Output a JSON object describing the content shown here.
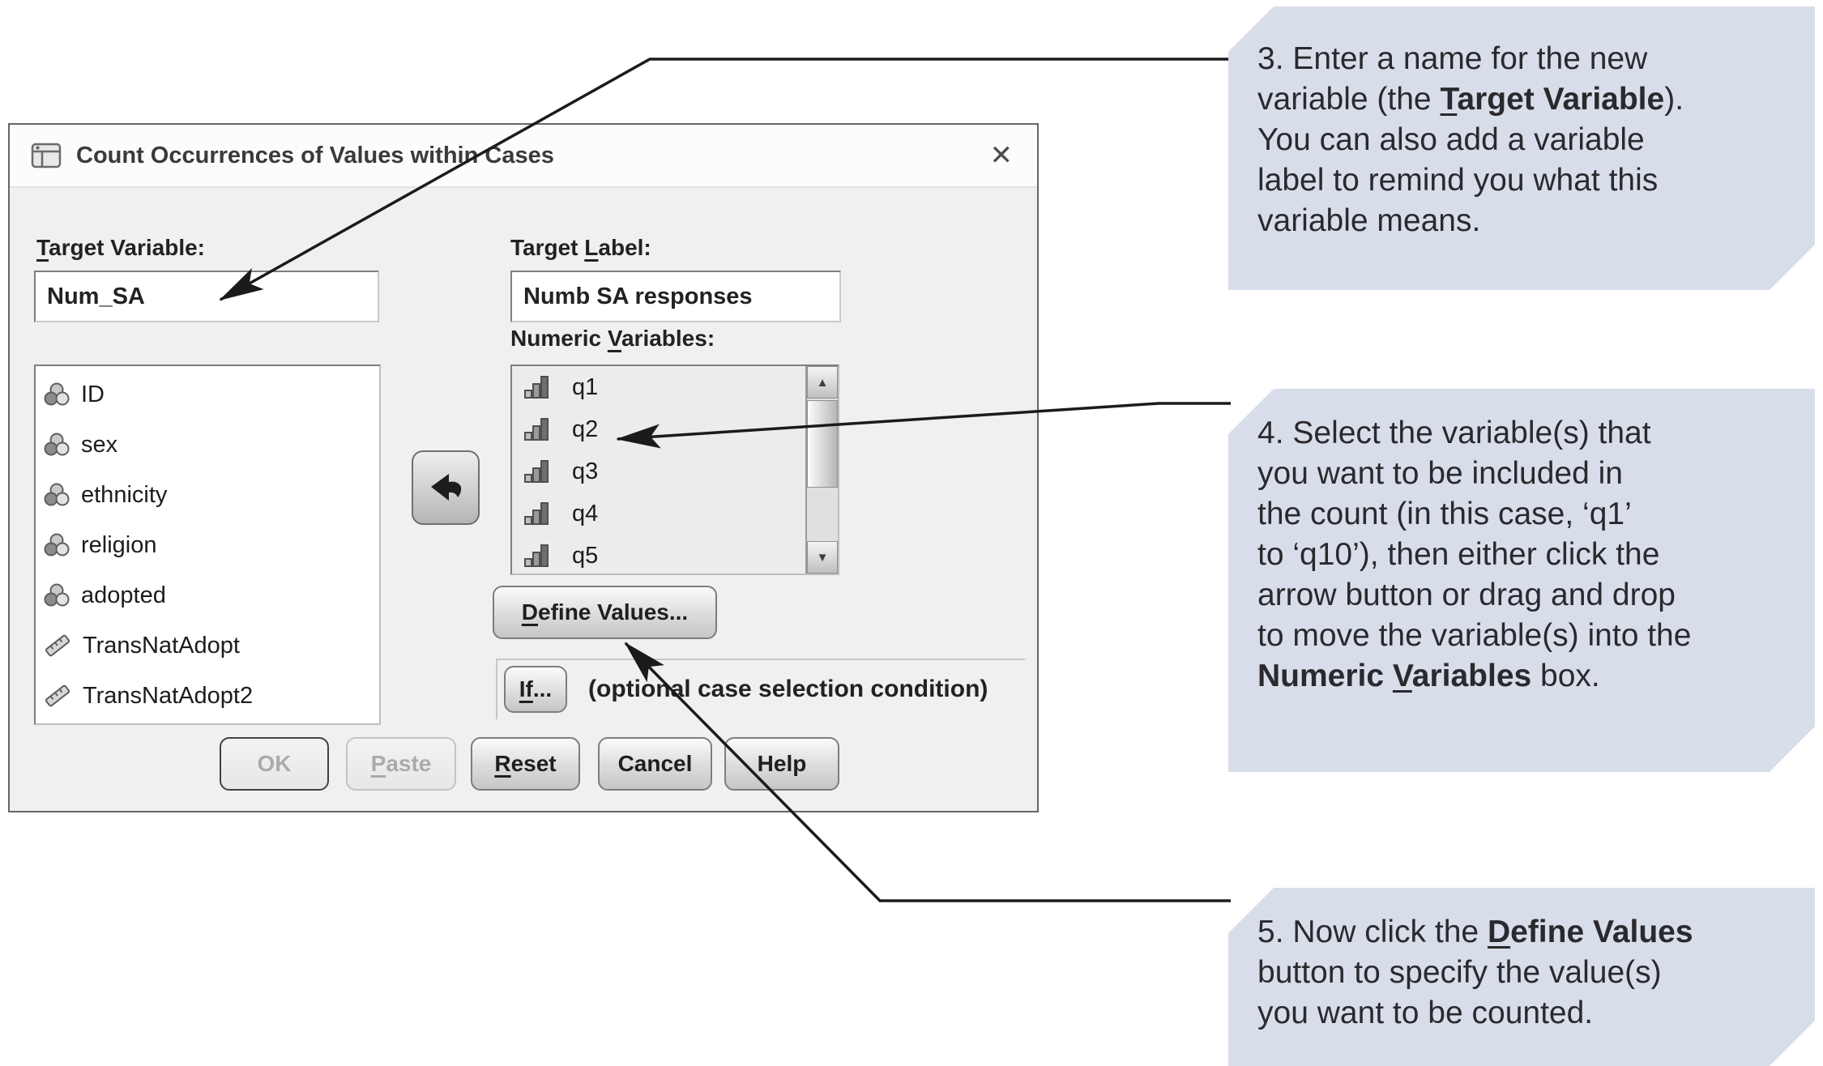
{
  "window": {
    "title": "Count Occurrences of Values within Cases",
    "close_glyph": "✕"
  },
  "fields": {
    "target_variable": {
      "label_segments": [
        {
          "t": "T",
          "u": true
        },
        {
          "t": "arget Variable:"
        }
      ],
      "value": "Num_SA"
    },
    "target_label": {
      "label_segments": [
        {
          "t": "Target "
        },
        {
          "t": "L",
          "u": true
        },
        {
          "t": "abel:"
        }
      ],
      "value": "Numb SA responses"
    }
  },
  "source_list": {
    "items": [
      {
        "label": "ID",
        "icon": "nominal"
      },
      {
        "label": "sex",
        "icon": "nominal"
      },
      {
        "label": "ethnicity",
        "icon": "nominal"
      },
      {
        "label": "religion",
        "icon": "nominal"
      },
      {
        "label": "adopted",
        "icon": "nominal"
      },
      {
        "label": "TransNatAdopt",
        "icon": "scale"
      },
      {
        "label": "TransNatAdopt2",
        "icon": "scale"
      }
    ]
  },
  "numeric_list": {
    "label_segments": [
      {
        "t": "Numeric "
      },
      {
        "t": "V",
        "u": true
      },
      {
        "t": "ariables:"
      }
    ],
    "items": [
      {
        "label": "q1",
        "icon": "ordinal"
      },
      {
        "label": "q2",
        "icon": "ordinal"
      },
      {
        "label": "q3",
        "icon": "ordinal"
      },
      {
        "label": "q4",
        "icon": "ordinal"
      },
      {
        "label": "q5",
        "icon": "ordinal"
      }
    ],
    "scroll_up_glyph": "▲",
    "scroll_down_glyph": "▼"
  },
  "buttons": {
    "define_values_segments": [
      {
        "t": "D",
        "u": true
      },
      {
        "t": "efine Values..."
      }
    ],
    "if_segments": [
      {
        "t": "If",
        "u": true
      },
      {
        "t": "..."
      }
    ],
    "if_note": "(optional case selection condition)",
    "ok": "OK",
    "paste_segments": [
      {
        "t": "P",
        "u": true
      },
      {
        "t": "aste"
      }
    ],
    "reset_segments": [
      {
        "t": "R",
        "u": true
      },
      {
        "t": "eset"
      }
    ],
    "cancel": "Cancel",
    "help": "Help"
  },
  "callouts": [
    {
      "number": "3",
      "segments": [
        {
          "t": "3. Enter a name for the new\nvariable (the "
        },
        {
          "t": "T",
          "b": true,
          "u": true
        },
        {
          "t": "arget Variable",
          "b": true
        },
        {
          "t": ").\nYou can also add a variable\nlabel to remind you what this\nvariable means."
        }
      ]
    },
    {
      "number": "4",
      "segments": [
        {
          "t": "4. Select the variable(s) that\nyou want to be included in\nthe count (in this case, ‘q1’\nto ‘q10’), then either click the\narrow button or drag and drop\nto move the variable(s) into the\n"
        },
        {
          "t": "Numeric ",
          "b": true
        },
        {
          "t": "V",
          "b": true,
          "u": true
        },
        {
          "t": "ariables",
          "b": true
        },
        {
          "t": " box."
        }
      ]
    },
    {
      "number": "5",
      "segments": [
        {
          "t": "5. Now click the "
        },
        {
          "t": "D",
          "b": true,
          "u": true
        },
        {
          "t": "efine Values",
          "b": true
        },
        {
          "t": "\nbutton to specify the value(s)\nyou want to be counted."
        }
      ]
    }
  ],
  "accent_colors": {
    "callout_background": "#d8dee9",
    "annotation_line": "#1b1b1b",
    "dialog_background": "#f1f0ee"
  }
}
